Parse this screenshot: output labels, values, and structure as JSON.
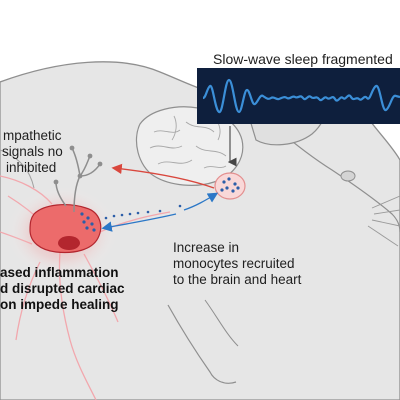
{
  "diagram": {
    "eeg_title": "Slow-wave sleep fragmented",
    "sympathetic_lines": [
      "mpathetic",
      "signals no",
      "inhibited"
    ],
    "monocyte_lines": [
      "Increase in",
      "monocytes recruited",
      "to the brain and heart"
    ],
    "outcome_lines": [
      "ased  inflammation",
      "d disrupted cardiac",
      "on impede healing"
    ],
    "colors": {
      "eeg_background": "#0e1f3d",
      "eeg_wave": "#3b8fd8",
      "heart_fill": "#ec6b6b",
      "heart_core": "#b3262e",
      "inflammation_glow": "#f36a6a",
      "red_arrow": "#d9473d",
      "blue_arrow": "#2c78c7",
      "mouse_fill": "#e6e6e6",
      "mouse_outline": "#8f8f8f",
      "vessel": "#f2a7ad"
    },
    "icons": [
      "mouse-silhouette",
      "brain",
      "heart",
      "monocyte-dots",
      "neuron",
      "eeg-trace"
    ]
  }
}
